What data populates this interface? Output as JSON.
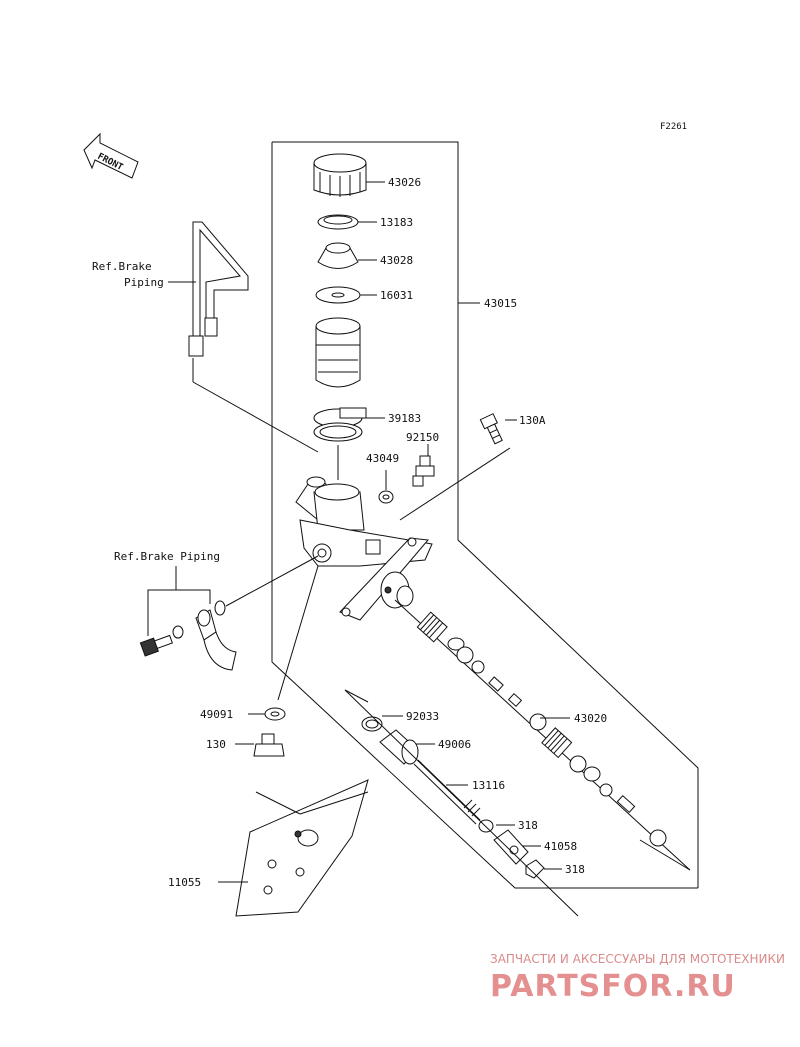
{
  "figure_code": "F2261",
  "front_label": "FRONT",
  "ref_labels": {
    "brake_piping_line1": "Ref.Brake",
    "brake_piping_line2": "Piping",
    "brake_piping_lower": "Ref.Brake Piping"
  },
  "parts": [
    "43026",
    "13183",
    "43028",
    "16031",
    "43015",
    "39183",
    "130A",
    "92150",
    "43049",
    "49091",
    "130",
    "92033",
    "49006",
    "43020",
    "13116",
    "318",
    "41058",
    "318",
    "11055"
  ],
  "watermark": {
    "tagline": "ЗАПЧАСТИ И АКСЕССУАРЫ ДЛЯ МОТОТЕХНИКИ",
    "brand": "PARTSFOR.RU"
  }
}
